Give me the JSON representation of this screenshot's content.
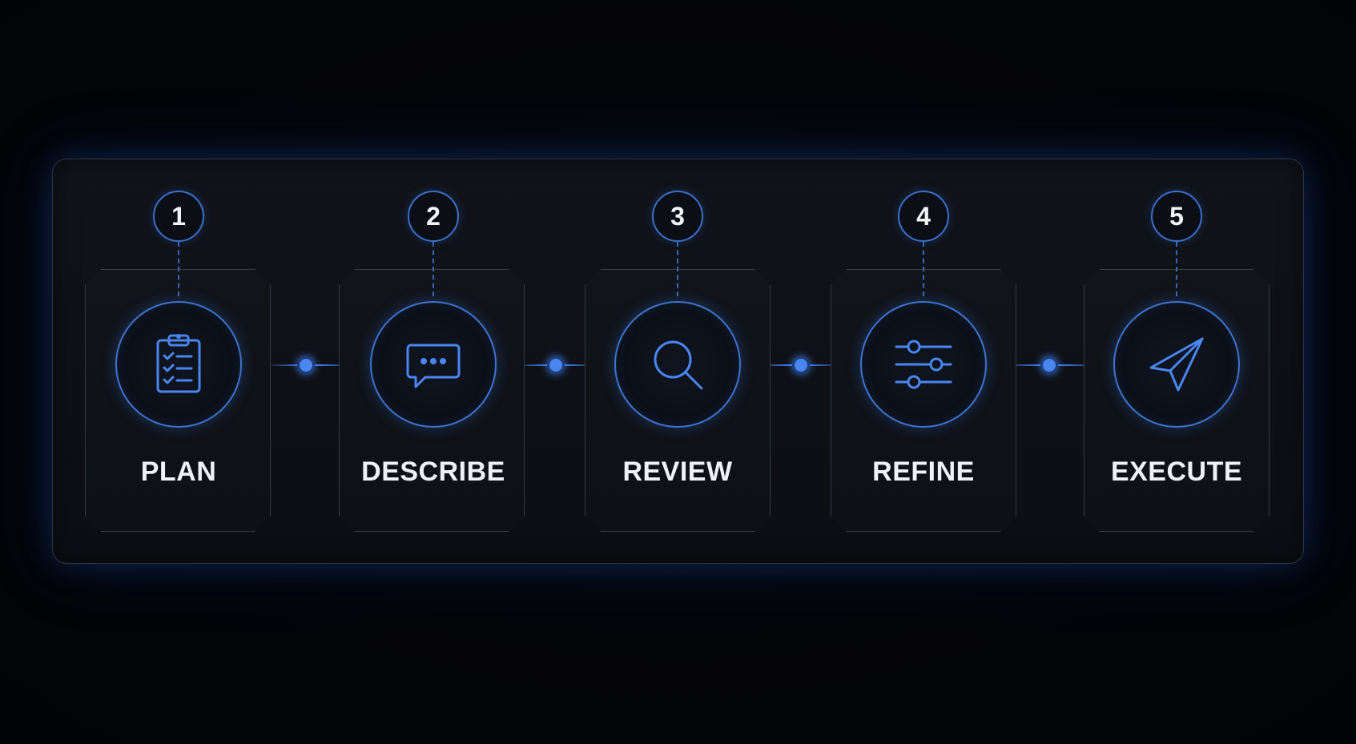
{
  "steps": [
    {
      "number": "1",
      "label": "PLAN",
      "icon": "clipboard-checklist-icon"
    },
    {
      "number": "2",
      "label": "DESCRIBE",
      "icon": "chat-bubble-icon"
    },
    {
      "number": "3",
      "label": "REVIEW",
      "icon": "magnifier-icon"
    },
    {
      "number": "4",
      "label": "REFINE",
      "icon": "sliders-icon"
    },
    {
      "number": "5",
      "label": "EXECUTE",
      "icon": "paper-plane-icon"
    }
  ],
  "colors": {
    "background": "#030407",
    "accent": "#4a86f0",
    "text": "#eef1f6"
  }
}
